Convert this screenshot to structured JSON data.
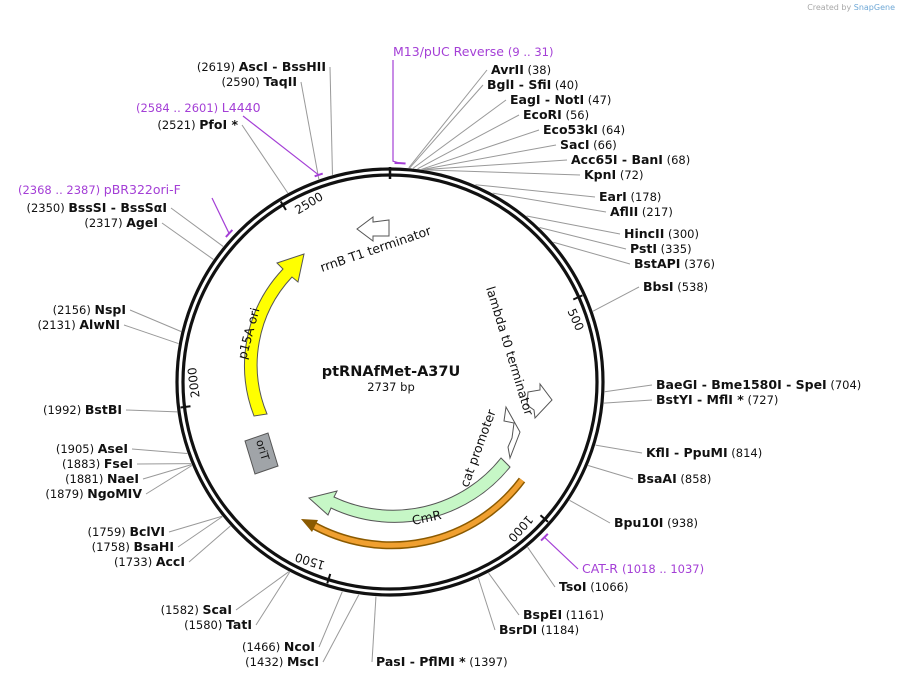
{
  "credit": {
    "prefix": "Created by",
    "brand": "SnapGene"
  },
  "plasmid": {
    "name": "ptRNAfMet-A37U",
    "length_label": "2737 bp",
    "length": 2737
  },
  "ruler_ticks": [
    "500",
    "1000",
    "1500",
    "2000",
    "2500"
  ],
  "enzymes": [
    {
      "name": "AvrII",
      "pos": "(38)",
      "site": 38
    },
    {
      "name": "BglI",
      "extra": "SfiI",
      "pos": "(40)",
      "site": 40
    },
    {
      "name": "EagI",
      "extra": "NotI",
      "pos": "(47)",
      "site": 47
    },
    {
      "name": "EcoRI",
      "pos": "(56)",
      "site": 56
    },
    {
      "name": "Eco53kI",
      "pos": "(64)",
      "site": 64
    },
    {
      "name": "SacI",
      "pos": "(66)",
      "site": 66
    },
    {
      "name": "Acc65I",
      "extra": "BanI",
      "pos": "(68)",
      "site": 68
    },
    {
      "name": "KpnI",
      "pos": "(72)",
      "site": 72
    },
    {
      "name": "EarI",
      "pos": "(178)",
      "site": 178
    },
    {
      "name": "AflII",
      "pos": "(217)",
      "site": 217
    },
    {
      "name": "HincII",
      "pos": "(300)",
      "site": 300
    },
    {
      "name": "PstI",
      "pos": "(335)",
      "site": 335
    },
    {
      "name": "BstAPI",
      "pos": "(376)",
      "site": 376
    },
    {
      "name": "BbsI",
      "pos": "(538)",
      "site": 538
    },
    {
      "name": "BaeGI",
      "extra": "Bme1580I",
      "extra2": "SpeI",
      "pos": "(704)",
      "site": 704
    },
    {
      "name": "BstYI",
      "extra": "MflI *",
      "pos": "(727)",
      "site": 727
    },
    {
      "name": "KflI",
      "extra": "PpuMI",
      "pos": "(814)",
      "site": 814
    },
    {
      "name": "BsaAI",
      "pos": "(858)",
      "site": 858
    },
    {
      "name": "Bpu10I",
      "pos": "(938)",
      "site": 938
    },
    {
      "name": "TsoI",
      "pos": "(1066)",
      "site": 1066
    },
    {
      "name": "BspEI",
      "pos": "(1161)",
      "site": 1161
    },
    {
      "name": "BsrDI",
      "pos": "(1184)",
      "site": 1184
    },
    {
      "name": "PasI",
      "extra": "PflMI *",
      "pos": "(1397)",
      "site": 1397
    },
    {
      "name": "MscI",
      "pos": "(1432)",
      "site": 1432
    },
    {
      "name": "NcoI",
      "pos": "(1466)",
      "site": 1466
    },
    {
      "name": "TatI",
      "pos": "(1580)",
      "site": 1580
    },
    {
      "name": "ScaI",
      "pos": "(1582)",
      "site": 1582
    },
    {
      "name": "AccI",
      "pos": "(1733)",
      "site": 1733
    },
    {
      "name": "BsaHI",
      "pos": "(1758)",
      "site": 1758
    },
    {
      "name": "BclVI",
      "pos": "(1759)",
      "site": 1759
    },
    {
      "name": "NgoMIV",
      "pos": "(1879)",
      "site": 1879
    },
    {
      "name": "NaeI",
      "pos": "(1881)",
      "site": 1881
    },
    {
      "name": "FseI",
      "pos": "(1883)",
      "site": 1883
    },
    {
      "name": "AseI",
      "pos": "(1905)",
      "site": 1905
    },
    {
      "name": "BstBI",
      "pos": "(1992)",
      "site": 1992
    },
    {
      "name": "AlwNI",
      "pos": "(2131)",
      "site": 2131
    },
    {
      "name": "NspI",
      "pos": "(2156)",
      "site": 2156
    },
    {
      "name": "AgeI",
      "pos": "(2317)",
      "site": 2317
    },
    {
      "name": "BssSI",
      "extra": "BssSαI",
      "pos": "(2350)",
      "site": 2350
    },
    {
      "name": "PfoI *",
      "pos": "(2521)",
      "site": 2521
    },
    {
      "name": "TaqII",
      "pos": "(2590)",
      "site": 2590
    },
    {
      "name": "AscI",
      "extra": "BssHII",
      "pos": "(2619)",
      "site": 2619
    }
  ],
  "primers": [
    {
      "name": "M13/pUC Reverse",
      "range": "(9 .. 31)",
      "start": 9,
      "end": 31
    },
    {
      "name": "L4440",
      "range": "(2584 .. 2601)",
      "start": 2584,
      "end": 2601
    },
    {
      "name": "pBR322ori-F",
      "range": "(2368 .. 2387)",
      "start": 2368,
      "end": 2387
    },
    {
      "name": "CAT-R",
      "range": "(1018 .. 1037)",
      "start": 1018,
      "end": 1037
    }
  ],
  "features": [
    {
      "name": "rrnB T1 terminator",
      "type": "terminator",
      "color": "#ffffff"
    },
    {
      "name": "lambda t0 terminator",
      "type": "terminator",
      "color": "#ffffff"
    },
    {
      "name": "cat promoter",
      "type": "promoter",
      "color": "#ffffff"
    },
    {
      "name": "CmR",
      "type": "cds",
      "color": "#c6f7c6"
    },
    {
      "name": "p15A ori",
      "type": "origin",
      "color": "#ffff00"
    },
    {
      "name": "oriT",
      "type": "origin",
      "color": "#a9a9a9"
    }
  ],
  "colors": {
    "primer": "#a43fd6",
    "backbone": "#111111",
    "orf": "#e8961e"
  }
}
